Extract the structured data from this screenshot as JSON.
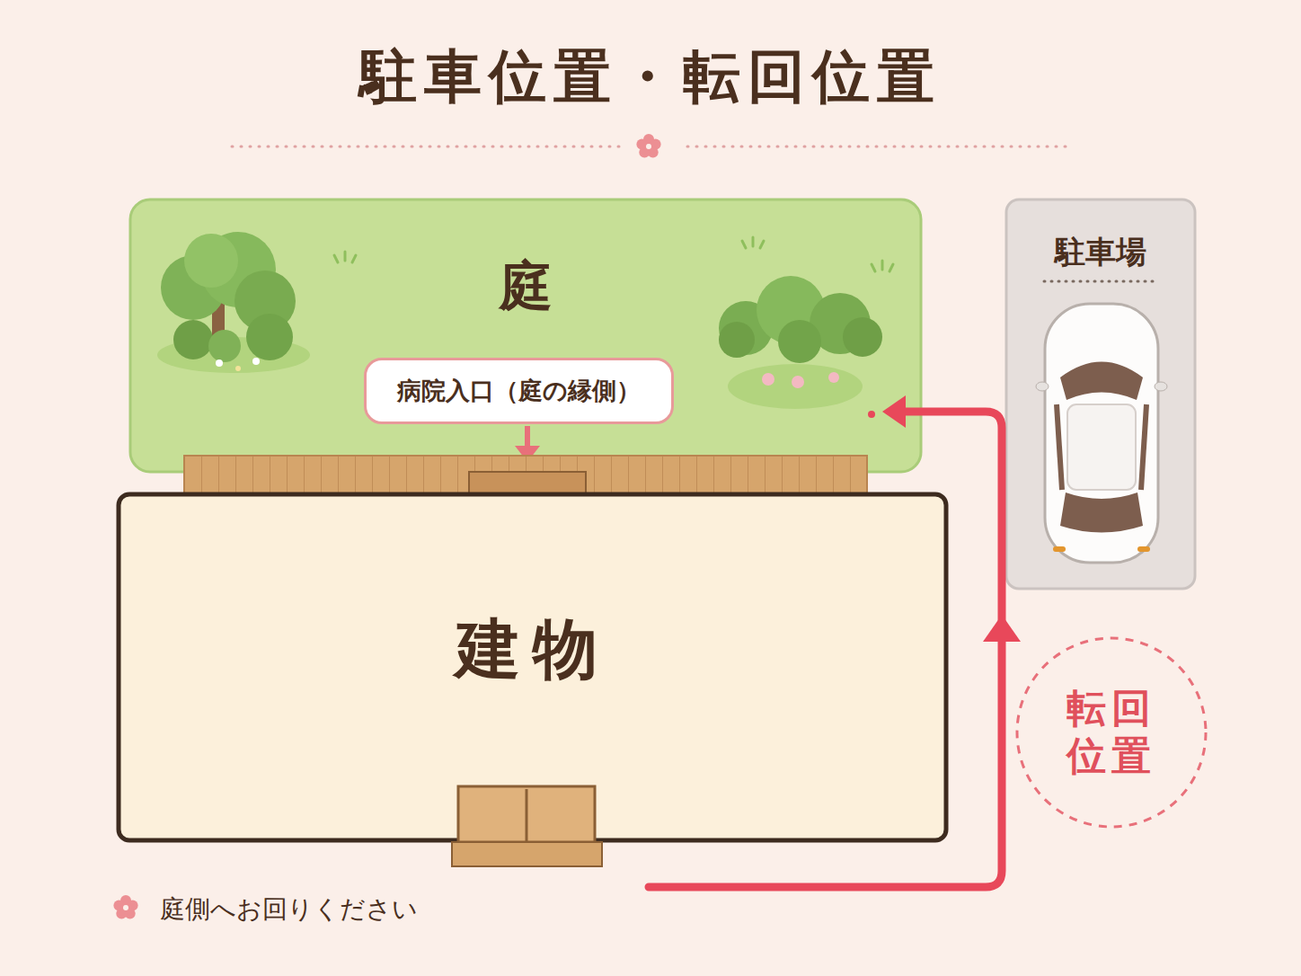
{
  "diagram": {
    "title": "駐車位置・転回位置",
    "nodes": [
      {
        "text": [
          "庭"
        ]
      },
      {
        "text": [
          "病院入口（庭の縁側）"
        ],
        "in": 0
      },
      {
        "text": [
          "建物"
        ]
      },
      {
        "text": [
          "駐車場"
        ]
      },
      {
        "text": [
          "転回 位置"
        ]
      }
    ],
    "labels": [
      "庭側へお回りください"
    ]
  }
}
